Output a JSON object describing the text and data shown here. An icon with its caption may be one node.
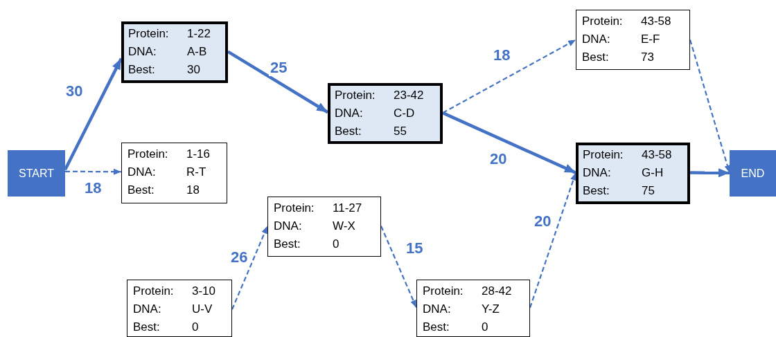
{
  "diagram": {
    "nodes": [
      {
        "text": [
          "START"
        ]
      },
      {
        "text": [
          "Protein:",
          "1-22",
          "DNA:",
          "A-B",
          "Best:",
          "30"
        ]
      },
      {
        "text": [
          "Protein:",
          "1-16",
          "DNA:",
          "R-T",
          "Best:",
          "18"
        ]
      },
      {
        "text": [
          "Protein:",
          "3-10",
          "DNA:",
          "U-V",
          "Best:",
          "0"
        ]
      },
      {
        "text": [
          "Protein:",
          "11-27",
          "DNA:",
          "W-X",
          "Best:",
          "0"
        ]
      },
      {
        "text": [
          "Protein:",
          "23-42",
          "DNA:",
          "C-D",
          "Best:",
          "55"
        ]
      },
      {
        "text": [
          "Protein:",
          "28-42",
          "DNA:",
          "Y-Z",
          "Best:",
          "0"
        ]
      },
      {
        "text": [
          "Protein:",
          "43-58",
          "DNA:",
          "E-F",
          "Best:",
          "73"
        ]
      },
      {
        "text": [
          "Protein:",
          "43-58",
          "DNA:",
          "G-H",
          "Best:",
          "75"
        ]
      },
      {
        "text": [
          "END"
        ]
      }
    ],
    "edges": [
      {
        "from": 0,
        "to": 1,
        "arrow": "to",
        "label": "30",
        "style": "thick"
      },
      {
        "from": 0,
        "to": 2,
        "arrow": "to",
        "label": "18",
        "style": "dashed"
      },
      {
        "from": 1,
        "to": 5,
        "arrow": "to",
        "label": "25",
        "style": "thick"
      },
      {
        "from": 3,
        "to": 4,
        "arrow": "to",
        "label": "26",
        "style": "dashed"
      },
      {
        "from": 4,
        "to": 6,
        "arrow": "to",
        "label": "15",
        "style": "dashed"
      },
      {
        "from": 5,
        "to": 7,
        "arrow": "to",
        "label": "18",
        "style": "dashed"
      },
      {
        "from": 5,
        "to": 8,
        "arrow": "to",
        "label": "20",
        "style": "thick"
      },
      {
        "from": 6,
        "to": 8,
        "arrow": "to",
        "label": "20",
        "style": "dashed"
      },
      {
        "from": 7,
        "to": 9,
        "arrow": "to",
        "style": "dashed"
      },
      {
        "from": 8,
        "to": 9,
        "arrow": "to",
        "style": "thick"
      }
    ]
  }
}
